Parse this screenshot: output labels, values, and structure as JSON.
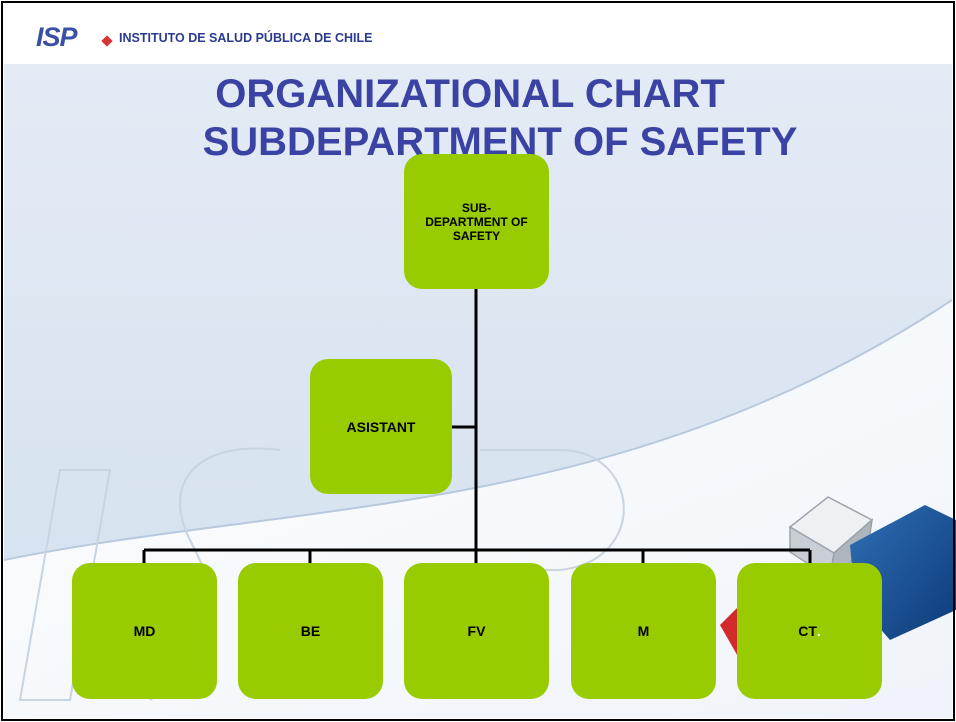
{
  "header": {
    "logo_text": "ISP",
    "institute_name": "INSTITUTO DE SALUD PÚBLICA DE CHILE"
  },
  "title": {
    "line1": "ORGANIZATIONAL CHART",
    "line2": "SUBDEPARTMENT OF SAFETY"
  },
  "org_chart": {
    "root": {
      "label": "SUB-DEPARTMENT OF SAFETY"
    },
    "assistant": {
      "label": "ASISTANT"
    },
    "units": [
      {
        "label": "MD"
      },
      {
        "label": "BE"
      },
      {
        "label": "FV"
      },
      {
        "label": "M"
      },
      {
        "label": "CT",
        "suffix": "."
      }
    ]
  },
  "colors": {
    "node_fill": "#99cc00",
    "title": "#3a43a3",
    "background": "#dce7f3"
  }
}
